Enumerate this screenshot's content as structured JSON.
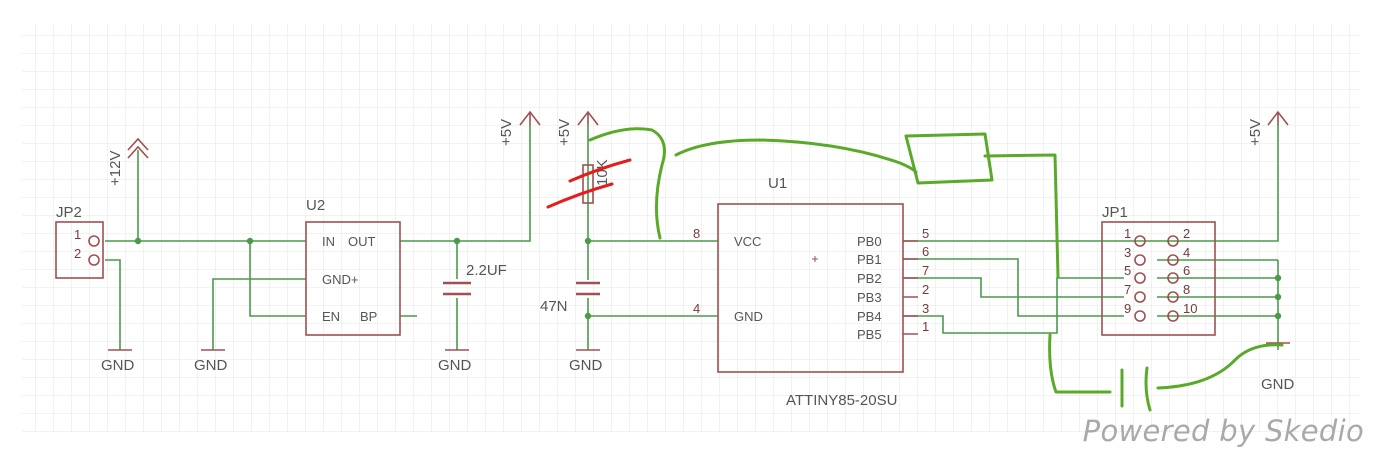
{
  "colors": {
    "wire": "#4a9a4a",
    "part": "#a05050",
    "grid": "#e6e6e6",
    "marker": "#5aaa2a",
    "cross": "#e41d1d",
    "label": "#555555"
  },
  "labels": {
    "jp2": "JP2",
    "jp1": "JP1",
    "u2": "U2",
    "u1": "U1",
    "v12": "+12V",
    "v5a": "+5V",
    "v5b": "+5V",
    "v5c": "+5V",
    "gnd1": "GND",
    "gnd2": "GND",
    "gnd3": "GND",
    "gnd4": "GND",
    "gnd5": "GND",
    "c1": "2.2UF",
    "c2": "47N",
    "r1": "10K",
    "part_u1": "ATTINY85-20SU"
  },
  "u2_pins": {
    "in": "IN",
    "out": "OUT",
    "gnd": "GND+",
    "en": "EN",
    "bp": "BP"
  },
  "u1_pins": {
    "vcc": "VCC",
    "gnd": "GND",
    "pb0": "PB0",
    "pb1": "PB1",
    "pb2": "PB2",
    "pb3": "PB3",
    "pb4": "PB4",
    "pb5": "PB5",
    "n8": "8",
    "n4": "4",
    "n5": "5",
    "n6": "6",
    "n7": "7",
    "n2": "2",
    "n3": "3",
    "n1": "1"
  },
  "jp2_pins": [
    "1",
    "2"
  ],
  "jp1_pins": [
    "1",
    "2",
    "3",
    "4",
    "5",
    "6",
    "7",
    "8",
    "9",
    "10"
  ],
  "brand": "Powered by Skedio"
}
